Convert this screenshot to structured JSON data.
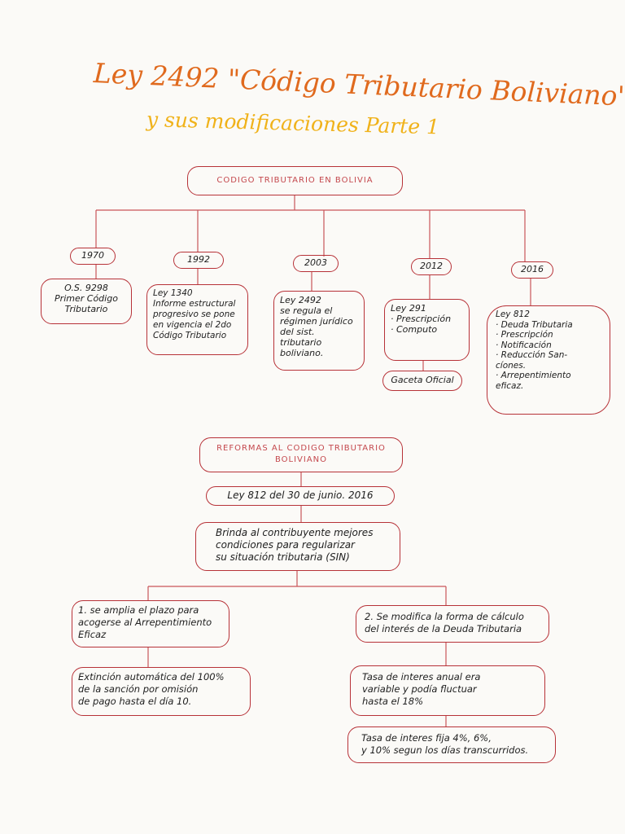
{
  "title": {
    "line1": "Ley 2492 \"Código Tributario Boliviano\"",
    "line2": "y sus modificaciones Parte 1"
  },
  "colors": {
    "title1": "#e06a1e",
    "title2": "#f0b21a",
    "lines": "#b73238"
  },
  "diagram1": {
    "root": "CODIGO TRIBUTARIO EN BOLIVIA",
    "years": [
      "1970",
      "1992",
      "2003",
      "2012",
      "2016"
    ],
    "descriptions": [
      "O.S. 9298\nPrimer Código\nTributario",
      "Ley 1340\nInforme estructural\nprogresivo se pone\nen vigencia el 2do\nCódigo Tributario",
      "Ley 2492\nse regula el\nrégimen jurídico\ndel sist. tributario\nboliviano.",
      "Ley 291\n· Prescripción\n· Computo",
      "Ley 812\n· Deuda Tributaria\n· Prescripción\n· Notificación\n· Reducción San-\ncíones.\n· Arrepentimiento\neficaz."
    ],
    "extra": "Gaceta Oficial"
  },
  "diagram2": {
    "root": "REFORMAS AL CODIGO TRIBUTARIO\nBOLIVIANO",
    "law": "Ley 812 del 30 de junio. 2016",
    "purpose": "Brinda al contribuyente mejores\ncondiciones para regularizar\nsu situación tributaria (SIN)",
    "left_branch": [
      "1. se amplia el plazo para\nacogerse al Arrepentimiento\nEficaz",
      "Extinción automática del 100%\nde la sanción por omisión\nde pago hasta el día 10."
    ],
    "right_branch": [
      "2. Se modifica la forma de cálculo\ndel interés de la Deuda Tributaria",
      "Tasa de interes anual era\nvariable y podía fluctuar\nhasta el 18%",
      "Tasa de interes fija 4%, 6%,\ny 10% segun los días transcurridos."
    ]
  }
}
